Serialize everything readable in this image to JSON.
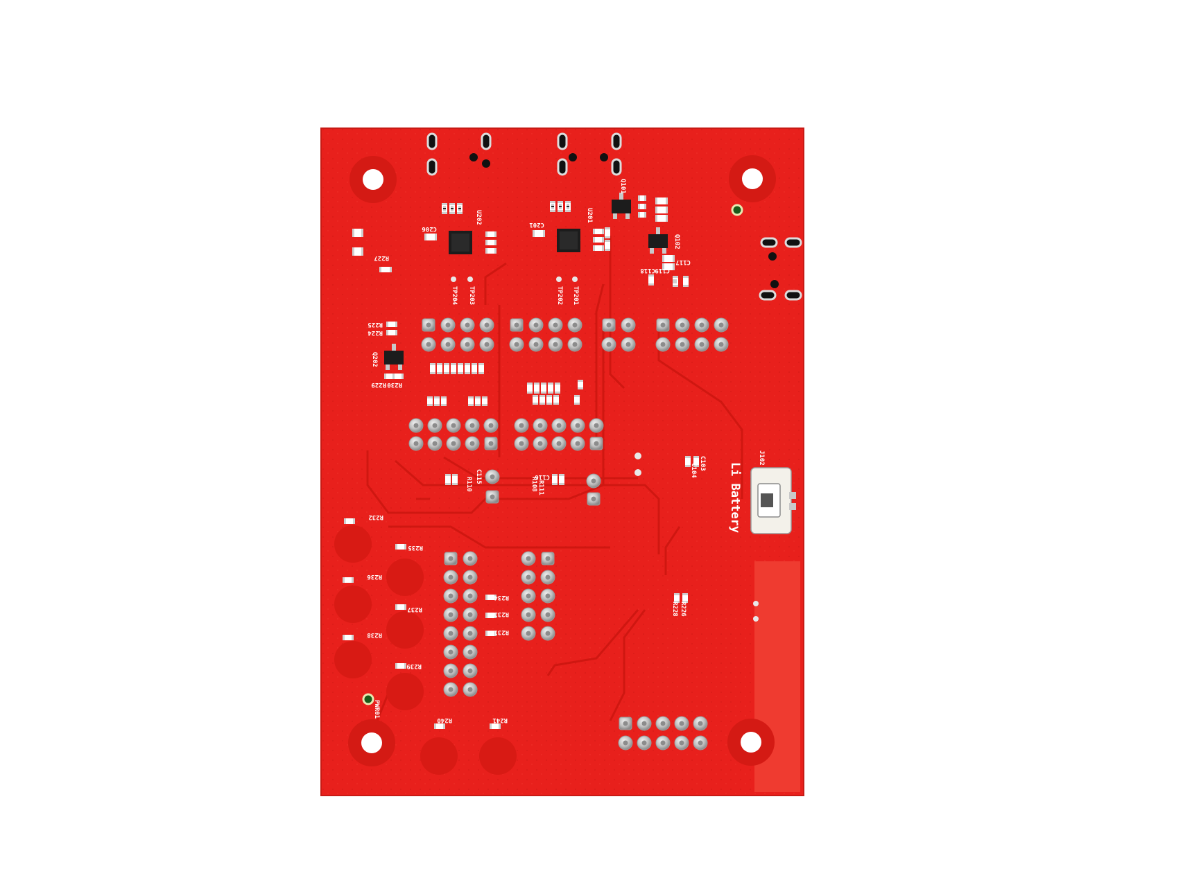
{
  "board": {
    "color": "#e8201c",
    "silkscreen_color": "#ffffff",
    "pad_color": "#c9c9c9",
    "battery_label": "Li Battery",
    "connector_ref": "J102",
    "labels": {
      "r227": "R227",
      "r225": "R225",
      "r224": "R224",
      "q202": "Q202",
      "r229": "R229",
      "r230": "R230",
      "c206": "C206",
      "c201": "C201",
      "u202": "U202",
      "u201": "U201",
      "tp204": "TP204",
      "tp203": "TP203",
      "tp202": "TP202",
      "tp201": "TP201",
      "q101": "Q101",
      "q102": "Q102",
      "r232": "R232",
      "r235": "R235",
      "r236": "R236",
      "r237": "R237",
      "r238": "R238",
      "r239": "R239",
      "r234": "R234",
      "r233": "R233",
      "r231": "R231",
      "r240": "R240",
      "r241": "R241",
      "r226": "R226",
      "r228": "R228",
      "c115": "C115",
      "c116": "C116",
      "r110": "R110",
      "r108": "R108",
      "r111": "R111",
      "c103": "C103",
      "c104": "C104",
      "pwr01": "PWR01",
      "c118": "C118",
      "c119": "C119",
      "c117": "C117"
    }
  }
}
